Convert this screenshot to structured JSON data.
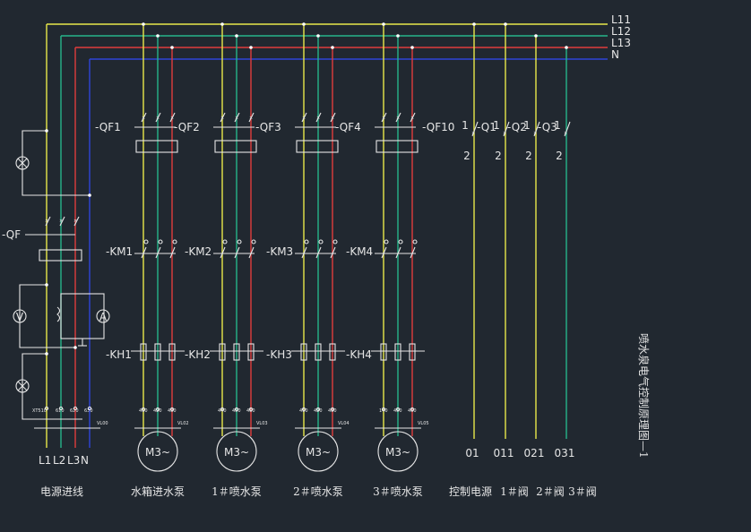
{
  "diagram": {
    "colors": {
      "background": "#212830",
      "L11": "#e8e84a",
      "L12": "#27b48a",
      "L13": "#e03c3c",
      "N": "#2f44d8",
      "symbol": "#e6e6e6"
    },
    "bus_labels": [
      "L11",
      "L12",
      "L13",
      "N"
    ],
    "incoming": {
      "breaker": "-QF",
      "terminal_tags": [
        "XT510",
        "610",
        "620",
        "630",
        "640"
      ],
      "wire_tag": "VL00",
      "phase_labels": [
        "L1",
        "L2",
        "L3",
        "N"
      ],
      "caption": "电源进线",
      "meters": [
        "V",
        "A"
      ]
    },
    "motor_branches": [
      {
        "breaker": "-QF1",
        "contactor": "-KM1",
        "overload": "-KH1",
        "terminal_tags": [
          "410",
          "420",
          "430"
        ],
        "wire_tag": "VL02",
        "motor": "M3~",
        "caption": "水箱进水泵"
      },
      {
        "breaker": "-QF2",
        "contactor": "-KM2",
        "overload": "-KH2",
        "terminal_tags": [
          "440",
          "450",
          "460"
        ],
        "wire_tag": "VL03",
        "motor": "M3~",
        "caption": "1＃喷水泵"
      },
      {
        "breaker": "-QF3",
        "contactor": "-KM3",
        "overload": "-KH3",
        "terminal_tags": [
          "410",
          "420",
          "430"
        ],
        "wire_tag": "VL04",
        "motor": "M3~",
        "caption": "2＃喷水泵"
      },
      {
        "breaker": "-QF4",
        "contactor": "-KM4",
        "overload": "-KH4",
        "terminal_tags": [
          "140",
          "450",
          "460"
        ],
        "wire_tag": "VL05",
        "motor": "M3~",
        "caption": "3＃喷水泵"
      }
    ],
    "control_branches": [
      {
        "breaker": "-QF10",
        "pin_in": "1",
        "pin_out": "2",
        "output": "01"
      },
      {
        "breaker": "-Q1",
        "pin_in": "1",
        "pin_out": "2",
        "output": "011"
      },
      {
        "breaker": "-Q2",
        "pin_in": "1",
        "pin_out": "2",
        "output": "021"
      },
      {
        "breaker": "-Q3",
        "pin_in": "1",
        "pin_out": "2",
        "output": "031"
      }
    ],
    "control_captions": [
      "控制电源",
      "1＃阀",
      "2＃阀",
      "3＃阀"
    ],
    "drawing_title": "喷水泉电气控制原理图—1"
  }
}
